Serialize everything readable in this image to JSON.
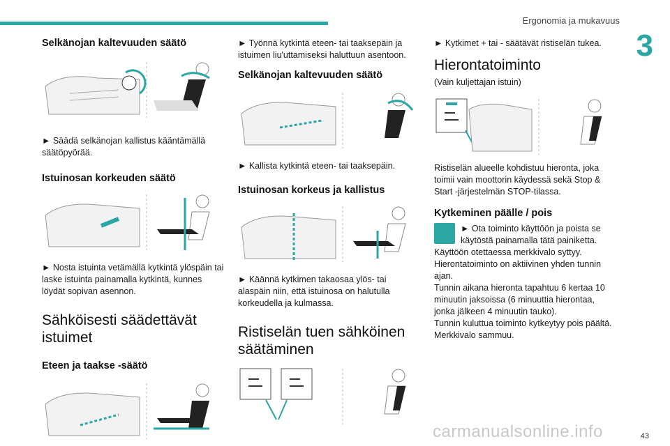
{
  "header": {
    "section": "Ergonomia ja mukavuus",
    "chapter": "3"
  },
  "col1": {
    "h_backrest": "Selkänojan kaltevuuden säätö",
    "p_backrest": "► Säädä selkänojan kallistus kääntämällä säätöpyörää.",
    "h_height": "Istuinosan korkeuden säätö",
    "p_height": "► Nosta istuinta vetämällä kytkintä ylöspäin tai laske istuinta painamalla kytkintä, kunnes löydät sopivan asennon.",
    "h_electric": "Sähköisesti säädettävät istuimet",
    "h_forward": "Eteen ja taakse -säätö"
  },
  "col2": {
    "p_push": "► Työnnä kytkintä eteen- tai taaksepäin ja istuimen liu'uttamiseksi haluttuun asentoon.",
    "h_backrest": "Selkänojan kaltevuuden säätö",
    "p_tilt": "► Kallista kytkintä eteen- tai taaksepäin.",
    "h_height_tilt": "Istuinosan korkeus ja kallistus",
    "p_turn": "► Käännä kytkimen takaosaa ylös- tai alaspäin niin, että istuinosa on halutulla korkeudella ja kulmassa.",
    "h_lumbar": "Ristiselän tuen sähköinen säätäminen"
  },
  "col3": {
    "p_switches": "► Kytkimet + tai - säätävät ristiselän tukea.",
    "h_massage": "Hierontatoiminto",
    "sub_massage": "(Vain kuljettajan istuin)",
    "p_area": "Ristiselän alueelle kohdistuu hieronta, joka toimii vain moottorin käydessä sekä Stop & Start -järjestelmän STOP-tilassa.",
    "h_onoff": "Kytkeminen päälle / pois",
    "p_activate": "► Ota toiminto käyttöön ja poista se käytöstä painamalla tätä painiketta.",
    "p_rest": [
      "Käyttöön otettaessa merkkivalo syttyy.",
      "Hierontatoiminto on aktiivinen yhden tunnin ajan.",
      "Tunnin aikana hieronta tapahtuu 6 kertaa 10 minuutin jaksoissa (6 minuuttia hierontaa, jonka jälkeen 4 minuutin tauko).",
      "Tunnin kuluttua toiminto kytkeytyy pois päältä.",
      "Merkkivalo sammuu."
    ]
  },
  "footer": {
    "page": "43",
    "watermark": "carmanualsonline.info"
  },
  "colors": {
    "accent": "#2aa6a4"
  },
  "icons": [
    "seat-backrest-icon",
    "seat-height-icon",
    "seat-slide-icon",
    "lumbar-icon",
    "massage-button-icon"
  ]
}
